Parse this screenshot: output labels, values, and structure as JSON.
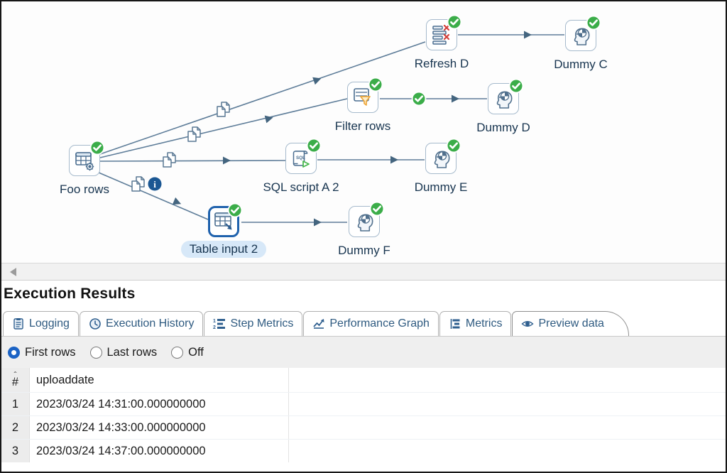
{
  "colors": {
    "accent_blue": "#1f62ad",
    "success_green": "#3bad49",
    "error_red": "#d43f3a",
    "funnel_orange": "#eda73c",
    "hop_line": "#5e7d99",
    "selection_fill": "#d7e8f8",
    "label_text": "#17344f",
    "tab_text": "#2e5a80"
  },
  "icons": {
    "success_badge": "green-circle-white-check",
    "copy_files": "two-overlapping-pages",
    "info_hop": "blue-circle-white-i",
    "scroll_left": "left-triangle"
  },
  "canvas": {
    "steps": [
      {
        "label": "Foo rows",
        "type": "table-input-with-gear",
        "status": "success",
        "selected": false
      },
      {
        "label": "Refresh D",
        "type": "delete-rows",
        "status": "success",
        "selected": false
      },
      {
        "label": "Dummy C",
        "type": "dummy",
        "status": "success",
        "selected": false
      },
      {
        "label": "Filter rows",
        "type": "filter-rows",
        "status": "success",
        "selected": false
      },
      {
        "label": "Dummy D",
        "type": "dummy",
        "status": "success",
        "selected": false
      },
      {
        "label": "SQL script A 2",
        "type": "sql-script",
        "status": "success",
        "selected": false
      },
      {
        "label": "Dummy E",
        "type": "dummy",
        "status": "success",
        "selected": false
      },
      {
        "label": "Table input 2",
        "type": "table-input",
        "status": "success",
        "selected": true
      },
      {
        "label": "Dummy F",
        "type": "dummy",
        "status": "success",
        "selected": false
      }
    ],
    "hops": [
      {
        "from": "Foo rows",
        "to": "Refresh D",
        "marker": "copy-files"
      },
      {
        "from": "Foo rows",
        "to": "Filter rows",
        "marker": "copy-files"
      },
      {
        "from": "Foo rows",
        "to": "SQL script A 2",
        "marker": "copy-files"
      },
      {
        "from": "Foo rows",
        "to": "Table input 2",
        "marker": "copy-files+info"
      },
      {
        "from": "Refresh D",
        "to": "Dummy C",
        "marker": ""
      },
      {
        "from": "Filter rows",
        "to": "Dummy D",
        "marker": "success-check"
      },
      {
        "from": "SQL script A 2",
        "to": "Dummy E",
        "marker": ""
      },
      {
        "from": "Table input 2",
        "to": "Dummy F",
        "marker": ""
      }
    ]
  },
  "results": {
    "title": "Execution Results",
    "tabs": [
      {
        "label": "Logging",
        "icon": "logging-icon",
        "active": false
      },
      {
        "label": "Execution History",
        "icon": "execution-history-icon",
        "active": false
      },
      {
        "label": "Step Metrics",
        "icon": "step-metrics-icon",
        "active": false
      },
      {
        "label": "Performance Graph",
        "icon": "performance-graph-icon",
        "active": false
      },
      {
        "label": "Metrics",
        "icon": "metrics-icon",
        "active": false
      },
      {
        "label": "Preview data",
        "icon": "preview-data-icon",
        "active": true
      }
    ],
    "preview_mode": {
      "options": [
        {
          "label": "First rows",
          "selected": true
        },
        {
          "label": "Last rows",
          "selected": false
        },
        {
          "label": "Off",
          "selected": false
        }
      ]
    },
    "table": {
      "sort_indicator": "ˆ",
      "columns": [
        "#",
        "uploaddate"
      ],
      "rows": [
        {
          "num": "1",
          "uploaddate": "2023/03/24 14:31:00.000000000"
        },
        {
          "num": "2",
          "uploaddate": "2023/03/24 14:33:00.000000000"
        },
        {
          "num": "3",
          "uploaddate": "2023/03/24 14:37:00.000000000"
        }
      ]
    }
  }
}
